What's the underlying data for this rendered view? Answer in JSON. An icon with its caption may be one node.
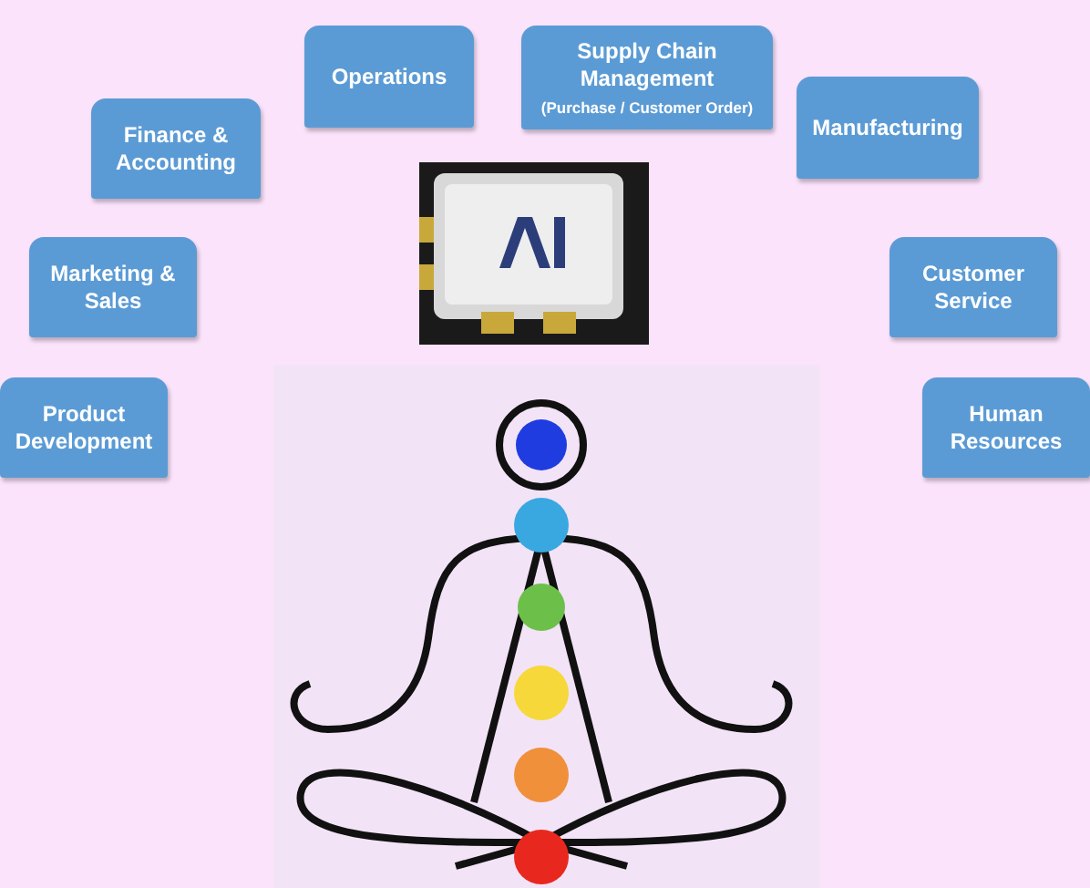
{
  "diagram": {
    "nodes": [
      {
        "text": [
          "Operations"
        ]
      },
      {
        "text": [
          "Supply Chain Management",
          "(Purchase / Customer Order)"
        ]
      },
      {
        "text": [
          "Finance & Accounting"
        ]
      },
      {
        "text": [
          "Manufacturing"
        ]
      },
      {
        "text": [
          "Marketing & Sales"
        ]
      },
      {
        "text": [
          "Customer Service"
        ]
      },
      {
        "text": [
          "Product Development"
        ]
      },
      {
        "text": [
          "Human Resources"
        ]
      }
    ]
  }
}
